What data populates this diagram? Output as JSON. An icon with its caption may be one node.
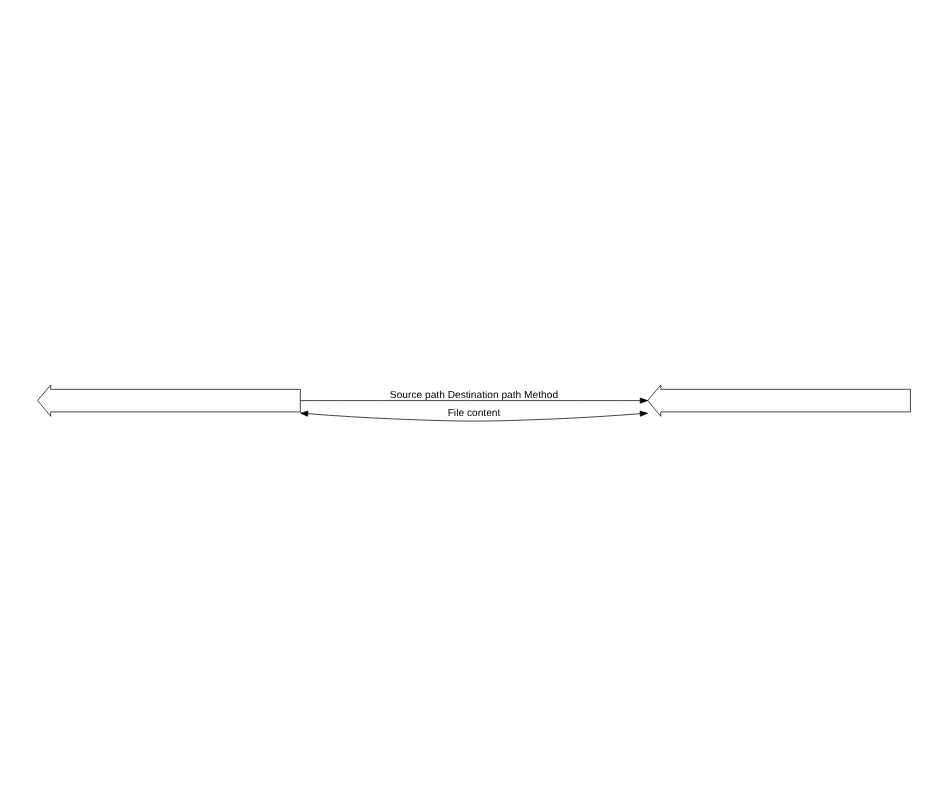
{
  "diagram": {
    "nodes": [
      {
        "text": [],
        "shape": "arrow"
      },
      {
        "text": [],
        "shape": "arrow"
      }
    ],
    "edges": [
      {
        "from": 0,
        "to": 1,
        "arrow": "to",
        "label": "Source path Destination path Method"
      },
      {
        "from": 0,
        "to": 1,
        "arrow": "both",
        "label": "File content"
      }
    ]
  }
}
